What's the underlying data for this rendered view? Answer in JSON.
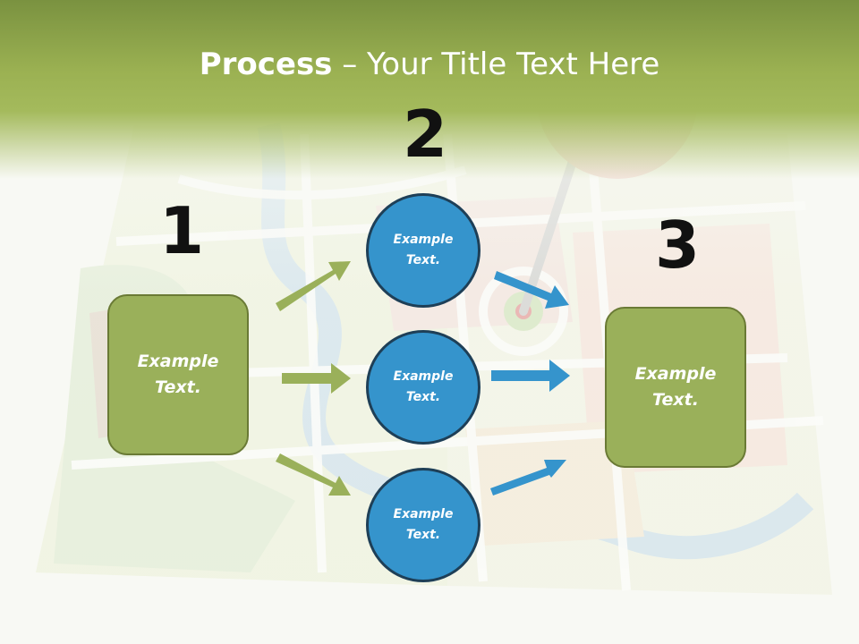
{
  "slide": {
    "title_bold": "Process",
    "title_rest": " – Your Title Text Here"
  },
  "steps": [
    {
      "number": "1",
      "text": "Example\nText."
    },
    {
      "number": "2",
      "circles": [
        "Example\nText.",
        "Example\nText.",
        "Example\nText."
      ]
    },
    {
      "number": "3",
      "text": "Example\nText."
    }
  ],
  "colors": {
    "header_green": "#9bb152",
    "box_green": "#9ab05a",
    "circle_blue": "#3594cc",
    "arrow_green": "#9ab05a",
    "arrow_blue": "#3594cc"
  }
}
